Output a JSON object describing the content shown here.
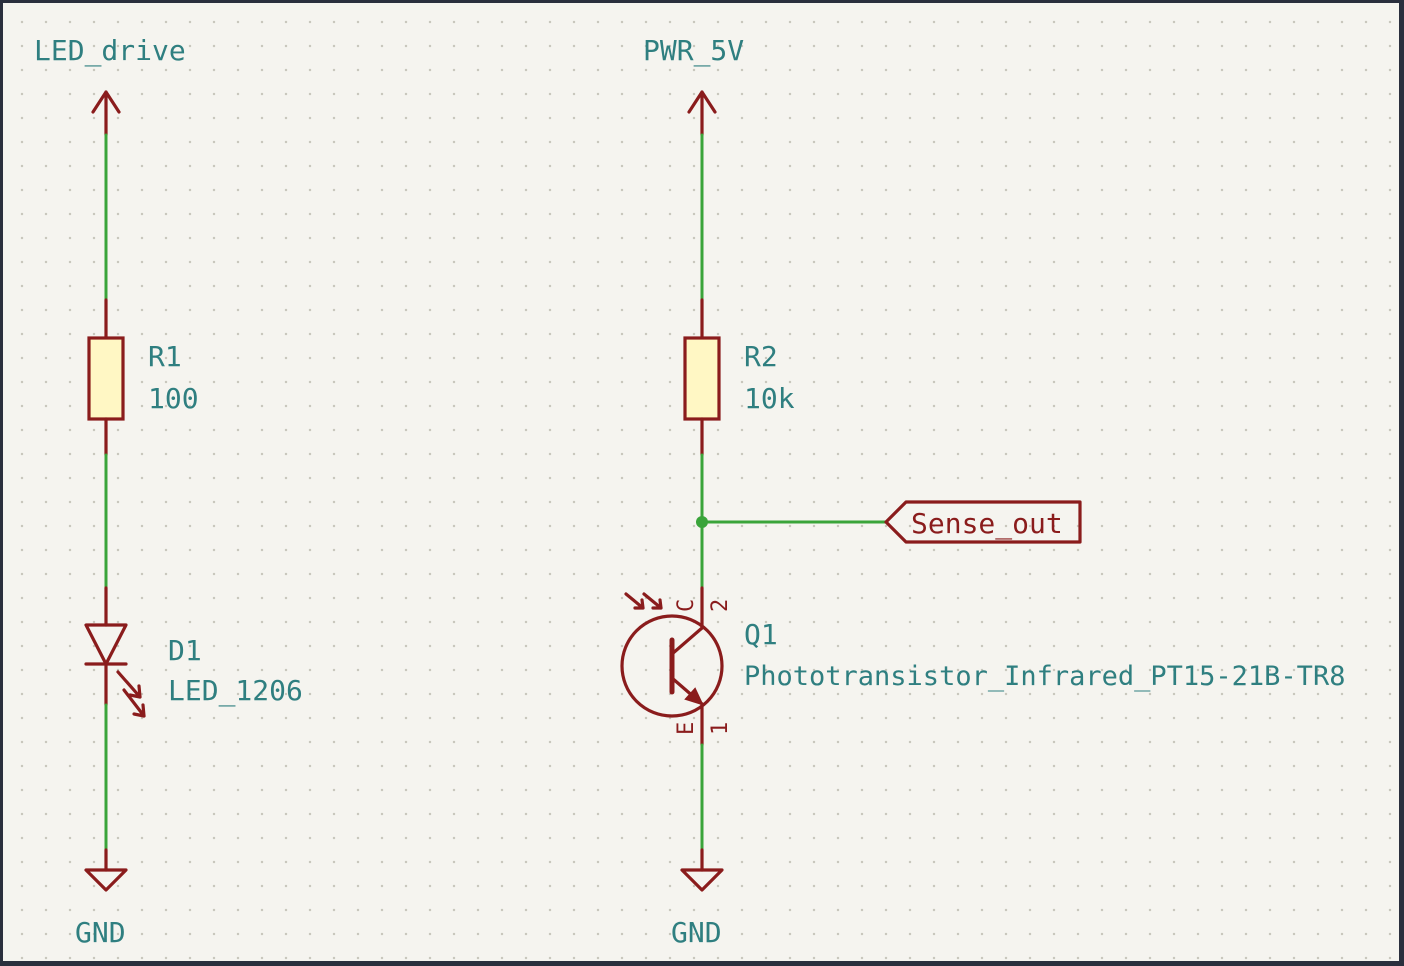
{
  "power_labels": {
    "led_drive": "LED_drive",
    "pwr_5v": "PWR_5V",
    "gnd_left": "GND",
    "gnd_right": "GND"
  },
  "components": {
    "r1": {
      "ref": "R1",
      "value": "100"
    },
    "d1": {
      "ref": "D1",
      "value": "LED_1206"
    },
    "r2": {
      "ref": "R2",
      "value": "10k"
    },
    "q1": {
      "ref": "Q1",
      "value": "Phototransistor_Infrared_PT15-21B-TR8",
      "pin_c_name": "C",
      "pin_c_num": "2",
      "pin_e_name": "E",
      "pin_e_num": "1"
    }
  },
  "net_labels": {
    "sense_out": "Sense_out"
  },
  "colors": {
    "wire": "#3aa43a",
    "component": "#8a1c1c",
    "resistor_fill": "#fff7c4",
    "text": "#2f7f80",
    "background": "#f5f4ef",
    "frame": "#2a2f3d"
  }
}
